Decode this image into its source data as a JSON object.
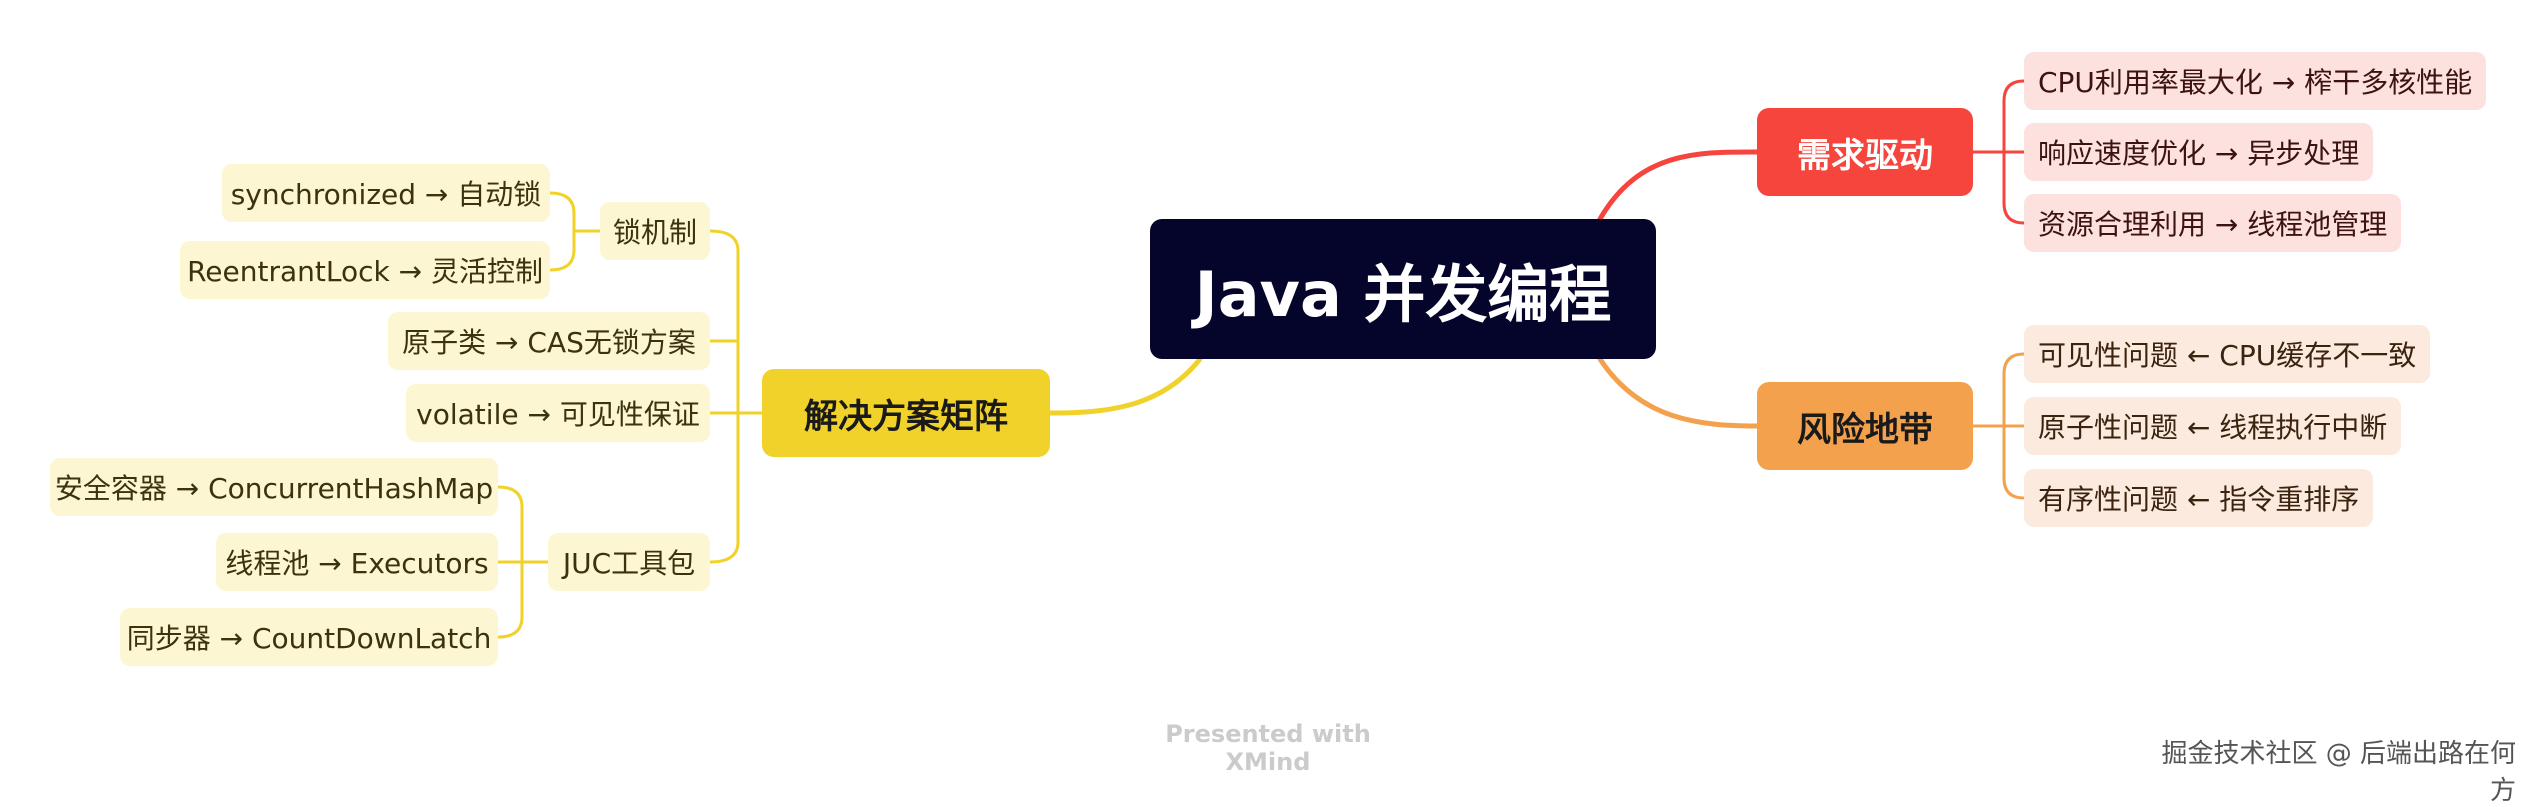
{
  "root": {
    "title": "Java 并发编程"
  },
  "branches": {
    "demand": {
      "title": "需求驱动",
      "items": [
        "CPU利用率最大化 → 榨干多核性能",
        "响应速度优化 → 异步处理",
        "资源合理利用 → 线程池管理"
      ]
    },
    "risk": {
      "title": "风险地带",
      "items": [
        "可见性问题 ← CPU缓存不一致",
        "原子性问题 ← 线程执行中断",
        "有序性问题 ← 指令重排序"
      ]
    },
    "solution": {
      "title": "解决方案矩阵",
      "lock": {
        "title": "锁机制",
        "items": [
          "synchronized → 自动锁",
          "ReentrantLock → 灵活控制"
        ]
      },
      "atomic": "原子类 → CAS无锁方案",
      "volatile": "volatile → 可见性保证",
      "juc": {
        "title": "JUC工具包",
        "items": [
          "安全容器 → ConcurrentHashMap",
          "线程池 → Executors",
          "同步器 → CountDownLatch"
        ]
      }
    }
  },
  "footer": "Presented with XMind",
  "watermark": "掘金技术社区 @ 后端出路在何方",
  "colors": {
    "red": "#f5453d",
    "orange": "#f4a14e",
    "yellow": "#f1d22a",
    "root": "#05052b"
  }
}
